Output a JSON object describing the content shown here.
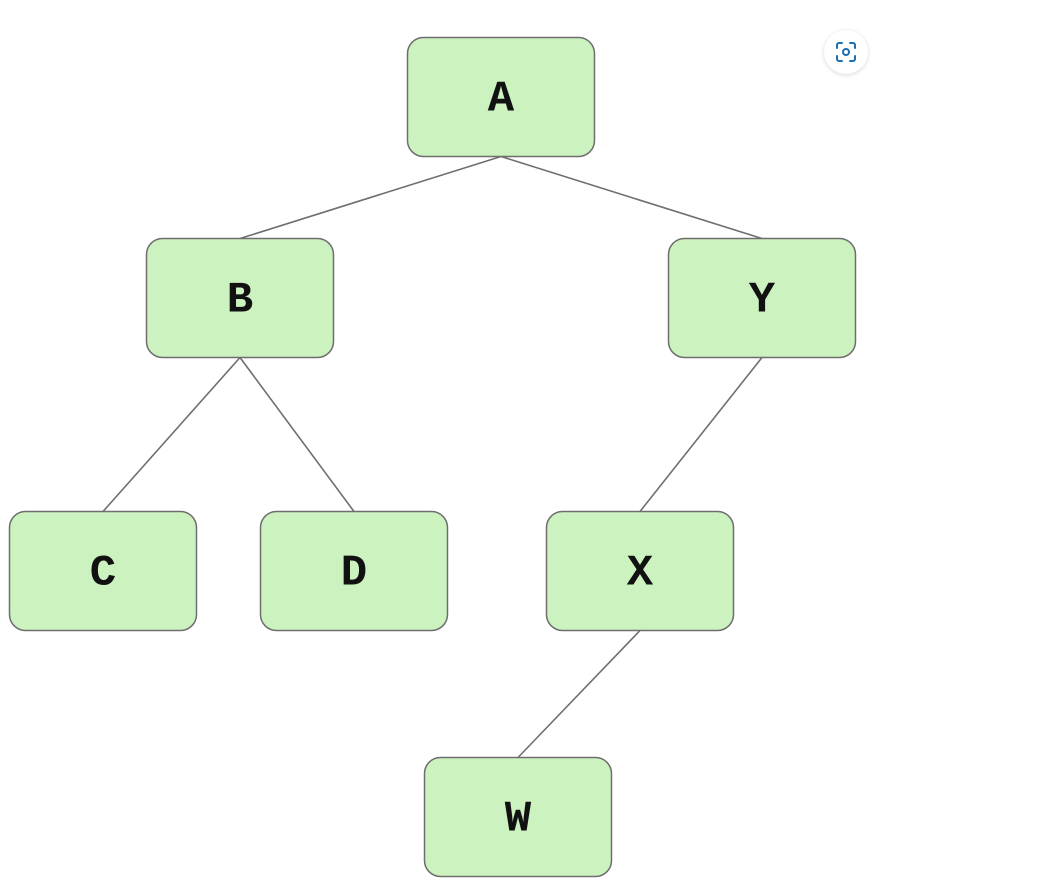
{
  "diagram": {
    "type": "tree",
    "colors": {
      "node_fill": "#cbf2bf",
      "node_border": "#6e6e6e",
      "edge": "#6f6f6f",
      "label": "#111111"
    },
    "nodes": [
      {
        "id": "A",
        "label": "A"
      },
      {
        "id": "B",
        "label": "B"
      },
      {
        "id": "Y",
        "label": "Y"
      },
      {
        "id": "C",
        "label": "C"
      },
      {
        "id": "D",
        "label": "D"
      },
      {
        "id": "X",
        "label": "X"
      },
      {
        "id": "W",
        "label": "W"
      }
    ],
    "edges": [
      {
        "from": "A",
        "to": "B"
      },
      {
        "from": "A",
        "to": "Y"
      },
      {
        "from": "B",
        "to": "C"
      },
      {
        "from": "B",
        "to": "D"
      },
      {
        "from": "Y",
        "to": "X"
      },
      {
        "from": "X",
        "to": "W"
      }
    ]
  },
  "toolbar": {
    "scan_icon": "scan-focus-icon",
    "accent": "#1a6fb0"
  }
}
